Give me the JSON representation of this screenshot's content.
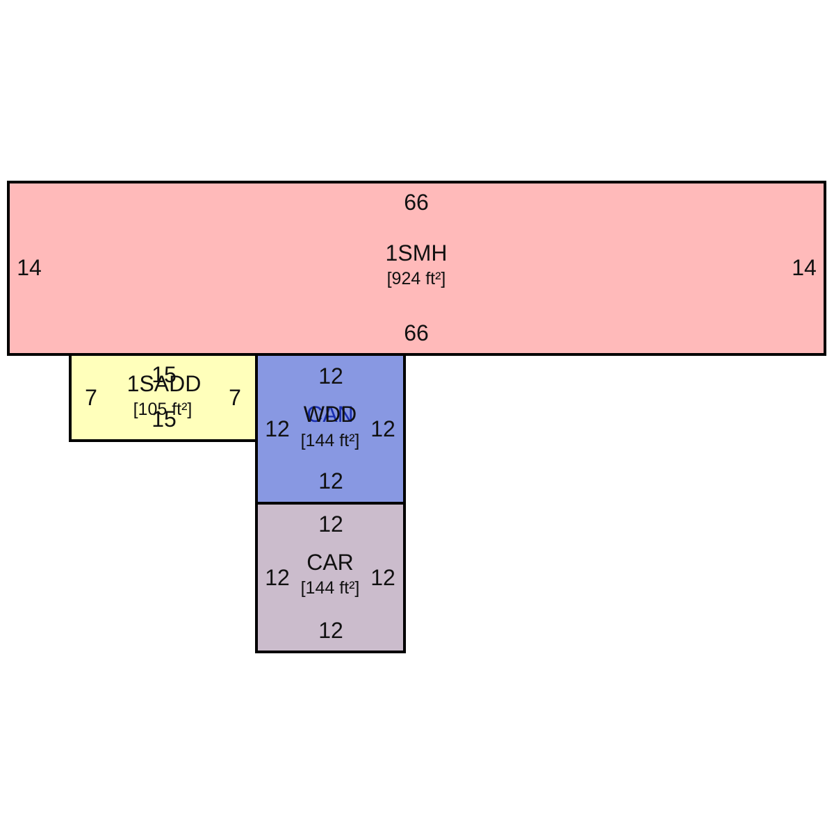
{
  "areas": {
    "main": {
      "code": "1SMH",
      "sqft": "[924 ft²]",
      "color": "#ffbaba",
      "top": "66",
      "bottom": "66",
      "left": "14",
      "right": "14"
    },
    "addition": {
      "code": "1SADD",
      "sqft": "[105 ft²]",
      "color": "#ffffbb",
      "top": "15",
      "bottom": "15",
      "left": "7",
      "right": "7"
    },
    "wood_deck": {
      "code": "WDD",
      "overlay_code": "CAN",
      "sqft": "[144 ft²]",
      "color": "#8898e2",
      "overlay_color": "#1a2fb0",
      "top": "12",
      "bottom": "12",
      "left": "12",
      "right": "12"
    },
    "carport": {
      "code": "CAR",
      "sqft": "[144 ft²]",
      "color": "#cbbccc",
      "top": "12",
      "bottom": "12",
      "left": "12",
      "right": "12"
    }
  },
  "line_color": "#000000"
}
